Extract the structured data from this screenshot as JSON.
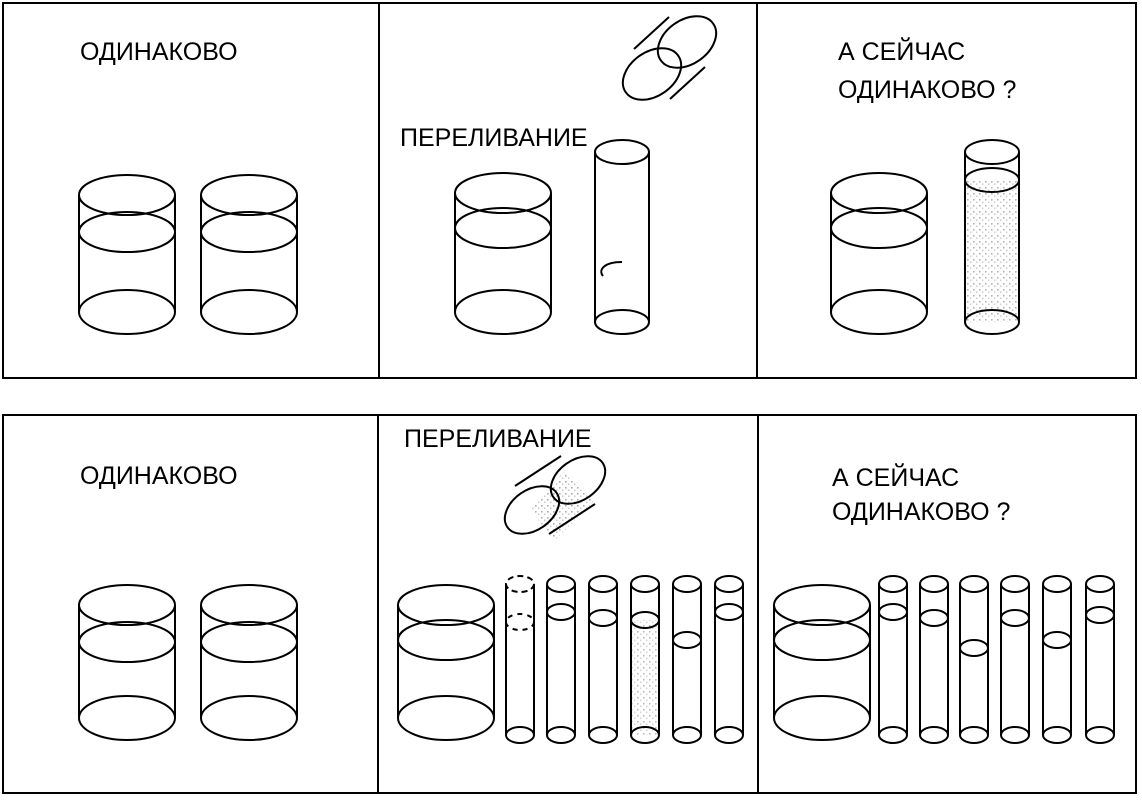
{
  "rows": [
    {
      "panels": [
        {
          "lines": [
            "ОДИНАКОВО"
          ]
        },
        {
          "lines": [
            "ПЕРЕЛИВАНИЕ"
          ]
        },
        {
          "lines": [
            "А СЕЙЧАС",
            "ОДИНАКОВО ?"
          ]
        }
      ]
    },
    {
      "panels": [
        {
          "lines": [
            "ОДИНАКОВО"
          ]
        },
        {
          "lines": [
            "ПЕРЕЛИВАНИЕ"
          ]
        },
        {
          "lines": [
            "А СЕЙЧАС",
            "ОДИНАКОВО ?"
          ]
        }
      ]
    }
  ]
}
